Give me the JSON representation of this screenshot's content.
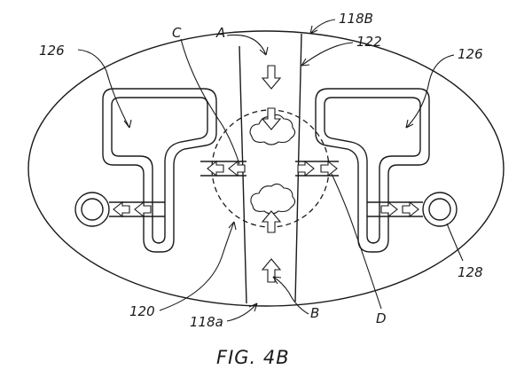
{
  "labels": {
    "chamber_left": "126",
    "chamber_right": "126",
    "ref_c": "C",
    "ref_a": "A",
    "membrane_top": "118B",
    "channel": "122",
    "region": "120",
    "membrane_bottom": "118a",
    "ref_b": "B",
    "ref_d": "D",
    "port": "128"
  },
  "caption": "FIG. 4B"
}
